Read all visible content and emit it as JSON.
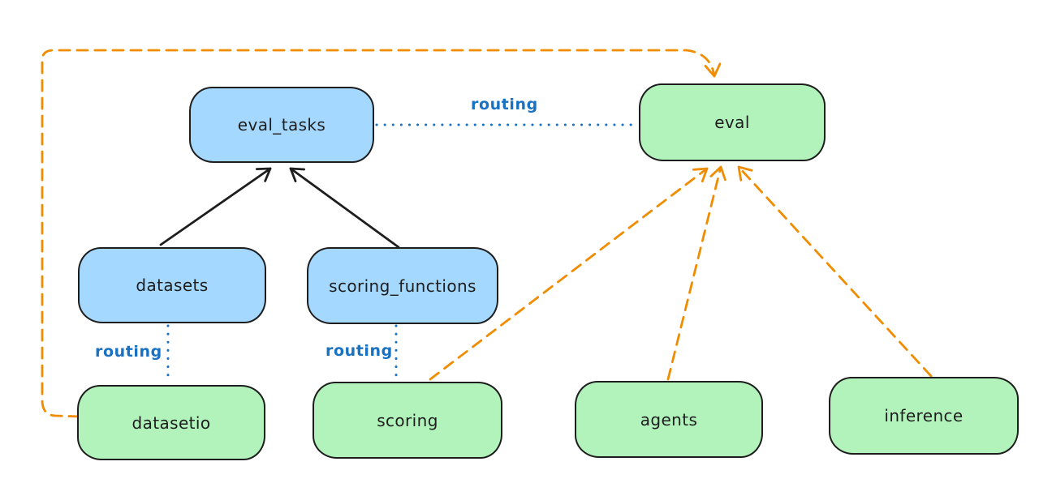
{
  "diagram": {
    "nodes": {
      "eval_tasks": {
        "label": "eval_tasks",
        "fill": "#a5d8ff"
      },
      "eval": {
        "label": "eval",
        "fill": "#b2f2bb"
      },
      "datasets": {
        "label": "datasets",
        "fill": "#a5d8ff"
      },
      "scoring_functions": {
        "label": "scoring_functions",
        "fill": "#a5d8ff"
      },
      "datasetio": {
        "label": "datasetio",
        "fill": "#b2f2bb"
      },
      "scoring": {
        "label": "scoring",
        "fill": "#b2f2bb"
      },
      "agents": {
        "label": "agents",
        "fill": "#b2f2bb"
      },
      "inference": {
        "label": "inference",
        "fill": "#b2f2bb"
      }
    },
    "edges": [
      {
        "from": "datasets",
        "to": "eval_tasks",
        "style": "solid-black-arrow",
        "label": ""
      },
      {
        "from": "scoring_functions",
        "to": "eval_tasks",
        "style": "solid-black-arrow",
        "label": ""
      },
      {
        "from": "eval_tasks",
        "to": "eval",
        "style": "dotted-blue",
        "label": "routing"
      },
      {
        "from": "datasets",
        "to": "datasetio",
        "style": "dotted-blue",
        "label": "routing"
      },
      {
        "from": "scoring_functions",
        "to": "scoring",
        "style": "dotted-blue",
        "label": "routing"
      },
      {
        "from": "datasetio",
        "to": "eval",
        "style": "dashed-orange-arrow",
        "label": ""
      },
      {
        "from": "scoring",
        "to": "eval",
        "style": "dashed-orange-arrow",
        "label": ""
      },
      {
        "from": "agents",
        "to": "eval",
        "style": "dashed-orange-arrow",
        "label": ""
      },
      {
        "from": "inference",
        "to": "eval",
        "style": "dashed-orange-arrow",
        "label": ""
      }
    ],
    "colors": {
      "node_border": "#1e1e1e",
      "blue_fill": "#a5d8ff",
      "green_fill": "#b2f2bb",
      "routing_blue": "#1971c2",
      "arrow_orange": "#f08c00",
      "arrow_black": "#1e1e1e",
      "background": "#ffffff"
    }
  }
}
